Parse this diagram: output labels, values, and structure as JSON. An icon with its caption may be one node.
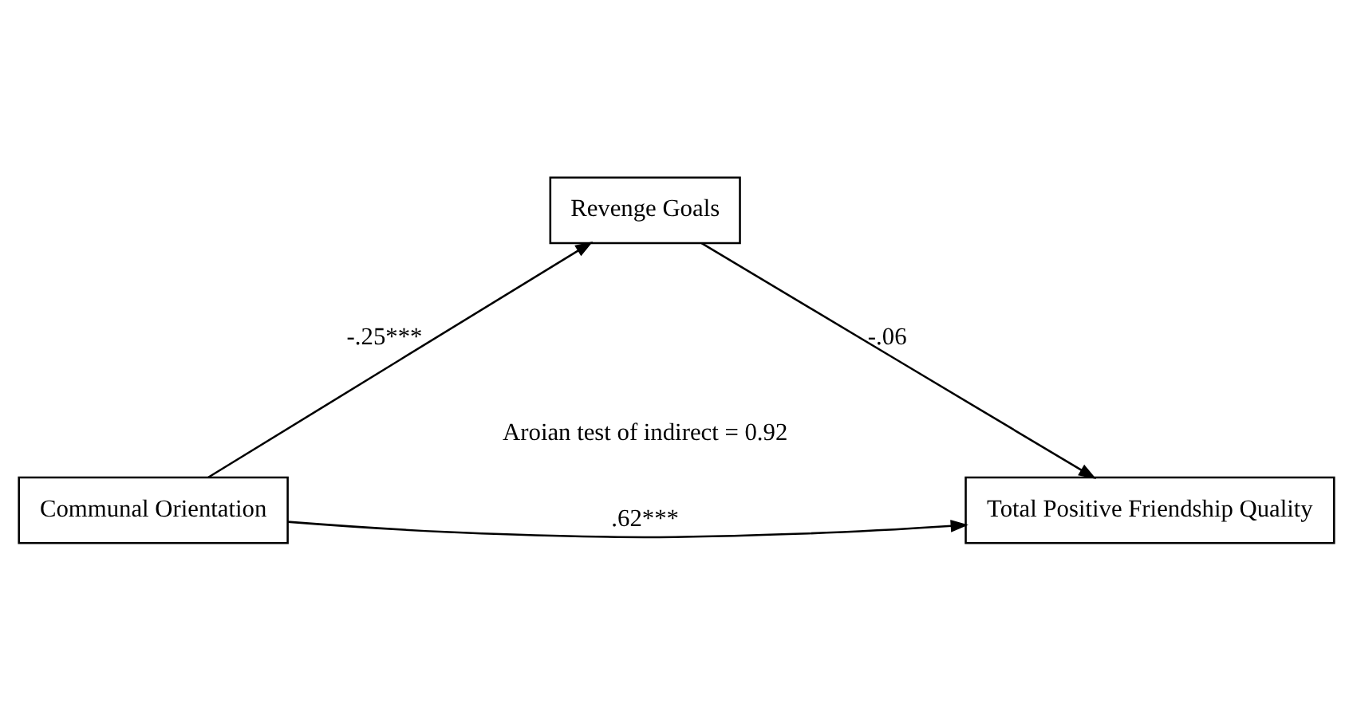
{
  "diagram": {
    "nodes": [
      {
        "text": [
          "Communal Orientation"
        ]
      },
      {
        "text": [
          "Revenge Goals"
        ]
      },
      {
        "text": [
          "Total Positive Friendship Quality"
        ]
      }
    ],
    "edges": [
      {
        "from": 0,
        "to": 1,
        "arrow": "to",
        "label": "-.25***"
      },
      {
        "from": 1,
        "to": 2,
        "arrow": "to",
        "label": "-.06"
      },
      {
        "from": 0,
        "to": 2,
        "arrow": "to",
        "label": ".62***"
      }
    ],
    "labels": [
      "Aroian test of indirect = 0.92"
    ]
  }
}
